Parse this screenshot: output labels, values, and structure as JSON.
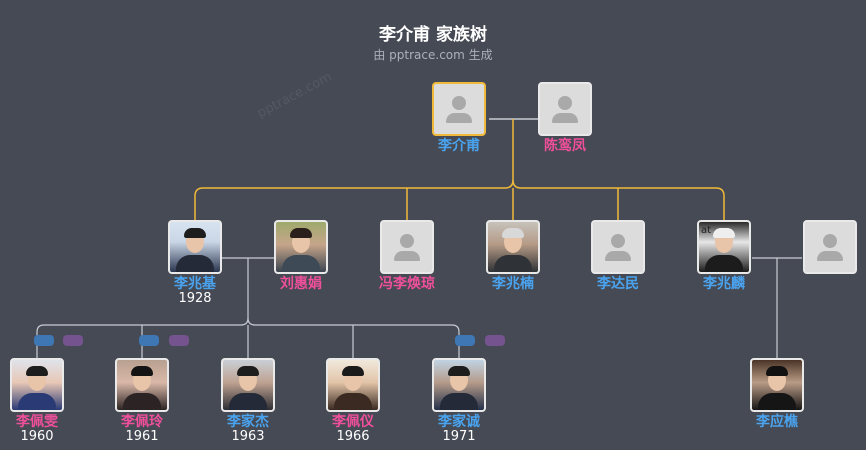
{
  "header": {
    "title": "李介甫 家族树",
    "subtitle": "由 pptrace.com 生成",
    "watermark": "pptrace.com"
  },
  "colors": {
    "background": "#464a54",
    "male": "#4aa3ef",
    "female": "#ef4f9b",
    "highlight_line": "#f0b93a",
    "line": "#c9ccd2",
    "marker_blue": "#3f77b4",
    "marker_purple": "#74538f"
  },
  "generation1": {
    "p1": {
      "name": "李介甫",
      "gender": "male",
      "photo": "placeholder",
      "focus": true
    },
    "p2": {
      "name": "陈鸾凤",
      "gender": "female",
      "photo": "placeholder"
    }
  },
  "generation2": {
    "p1": {
      "name": "李兆基",
      "year": "1928",
      "gender": "male",
      "photo": "portrait"
    },
    "p2": {
      "name": "刘惠娟",
      "gender": "female",
      "photo": "portrait"
    },
    "p3": {
      "name": "冯李焕琼",
      "gender": "female",
      "photo": "placeholder"
    },
    "p4": {
      "name": "李兆楠",
      "gender": "male",
      "photo": "portrait"
    },
    "p5": {
      "name": "李达民",
      "gender": "male",
      "photo": "placeholder"
    },
    "p6": {
      "name": "李兆麟",
      "gender": "male",
      "photo": "portrait",
      "photo_text": "at"
    },
    "p7": {
      "name": "",
      "photo": "placeholder"
    }
  },
  "generation3": {
    "p1": {
      "name": "李佩雯",
      "year": "1960",
      "gender": "female",
      "photo": "portrait"
    },
    "p2": {
      "name": "李佩玲",
      "year": "1961",
      "gender": "female",
      "photo": "portrait"
    },
    "p3": {
      "name": "李家杰",
      "year": "1963",
      "gender": "male",
      "photo": "portrait"
    },
    "p4": {
      "name": "李佩仪",
      "year": "1966",
      "gender": "female",
      "photo": "portrait"
    },
    "p5": {
      "name": "李家诚",
      "year": "1971",
      "gender": "male",
      "photo": "portrait"
    },
    "p6": {
      "name": "李应樵",
      "gender": "male",
      "photo": "portrait"
    }
  }
}
